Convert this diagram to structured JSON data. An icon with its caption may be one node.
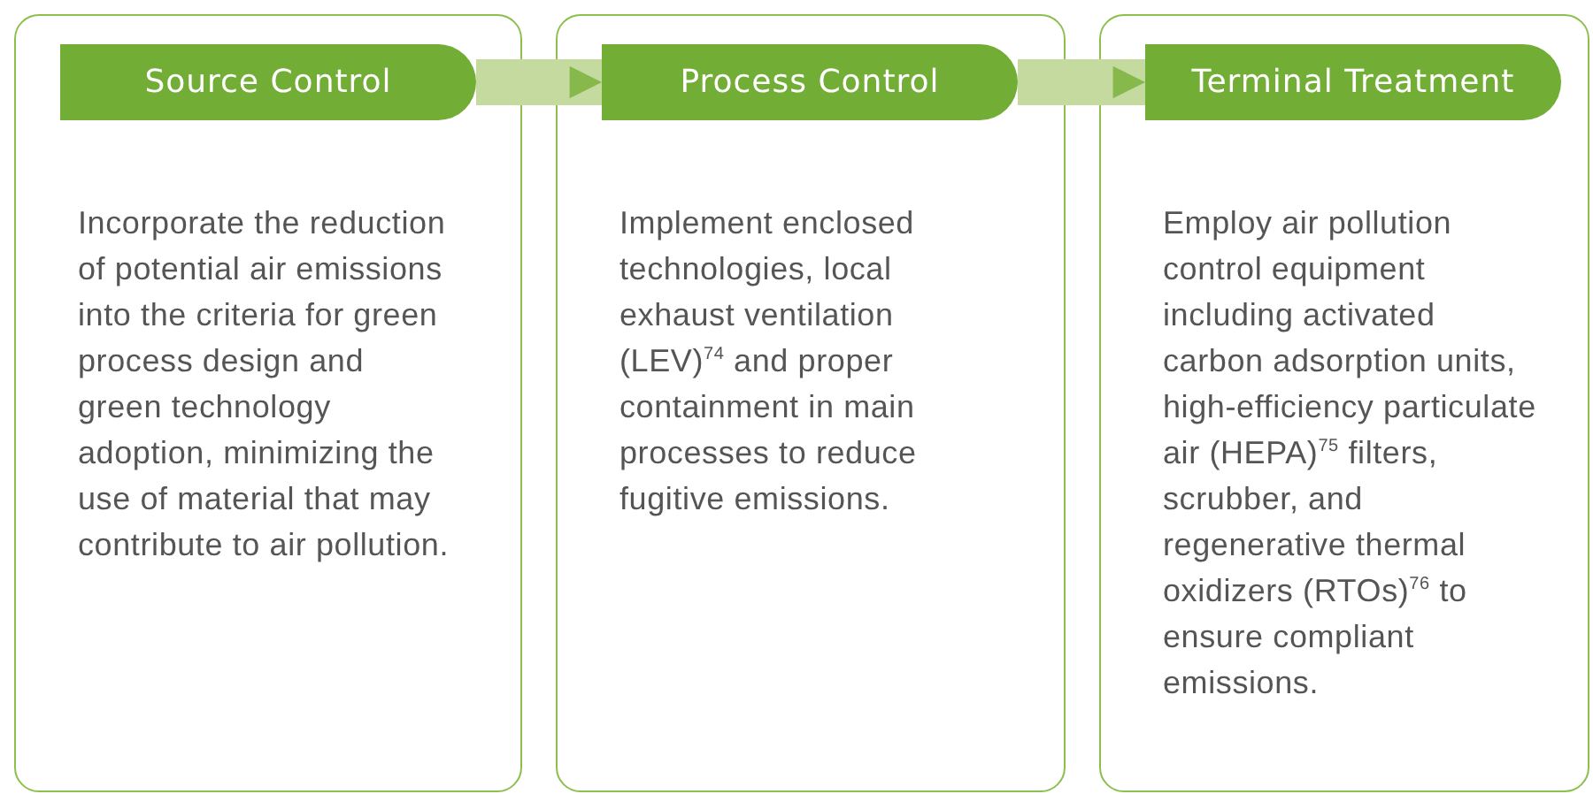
{
  "diagram": {
    "nodes": [
      {
        "text": [
          "Incorporate the reduction of potential air emissions into the criteria for green process design and green technology adoption, minimizing the use of material that may contribute to air pollution."
        ]
      },
      {
        "text": [
          "Source Control"
        ],
        "in": 0
      },
      {
        "text": [
          "Implement enclosed technologies, local exhaust ventilation (LEV)$^{74}$ and proper containment in main processes to reduce fugitive emissions."
        ]
      },
      {
        "text": [
          "Process Control"
        ],
        "in": 2
      },
      {
        "text": [
          "Employ air pollution control equipment including activated carbon adsorption units, high-efficiency particulate air (HEPA)$^{75}$ filters, scrubber, and regenerative thermal oxidizers (RTOs)$^{76}$ to ensure compliant emissions."
        ]
      },
      {
        "text": [
          "Terminal Treatment"
        ],
        "in": 4
      }
    ],
    "edges": [
      {
        "from": 1,
        "to": 3,
        "arrow": "to"
      },
      {
        "from": 3,
        "to": 5,
        "arrow": "to"
      }
    ]
  }
}
